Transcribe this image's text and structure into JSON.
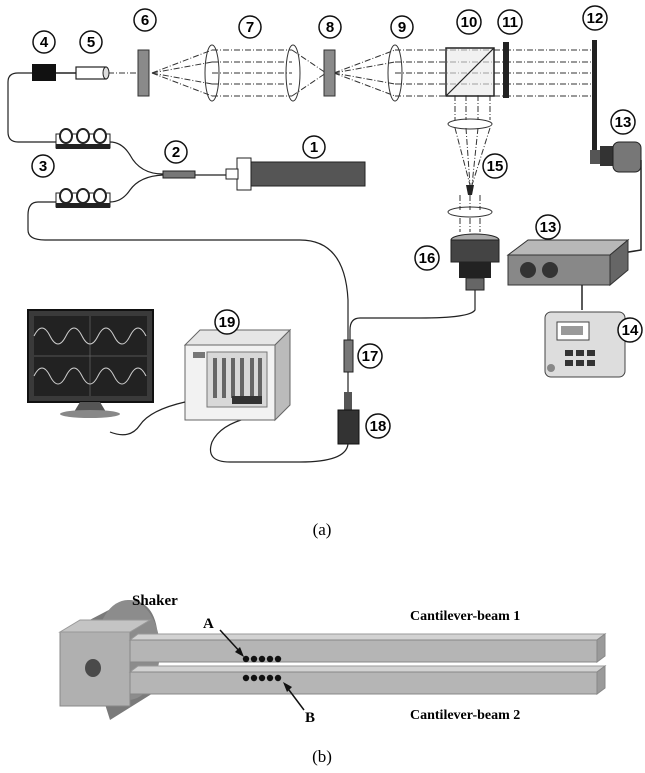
{
  "components": [
    {
      "n": "1"
    },
    {
      "n": "2"
    },
    {
      "n": "3"
    },
    {
      "n": "4"
    },
    {
      "n": "5"
    },
    {
      "n": "6"
    },
    {
      "n": "7"
    },
    {
      "n": "8"
    },
    {
      "n": "9"
    },
    {
      "n": "10"
    },
    {
      "n": "11"
    },
    {
      "n": "12"
    },
    {
      "n": "13"
    },
    {
      "n": "13"
    },
    {
      "n": "14"
    },
    {
      "n": "15"
    },
    {
      "n": "16"
    },
    {
      "n": "17"
    },
    {
      "n": "18"
    },
    {
      "n": "19"
    }
  ],
  "captions": {
    "a": "(a)",
    "b": "(b)"
  },
  "part_b": {
    "shaker": "Shaker",
    "point_a": "A",
    "point_b": "B",
    "beam1": "Cantilever-beam 1",
    "beam2": "Cantilever-beam 2"
  },
  "colors": {
    "ink": "#1a1a1a",
    "gray_dark": "#555555",
    "gray_mid": "#8a8a8a",
    "gray_light": "#cfcfcf",
    "screen": "#2a2a2a"
  }
}
